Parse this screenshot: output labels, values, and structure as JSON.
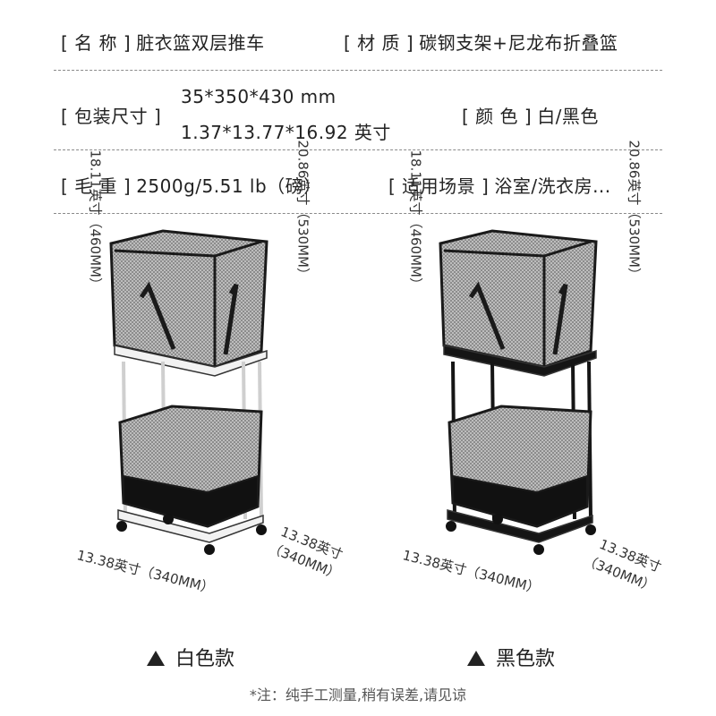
{
  "specs": {
    "name": {
      "label": "[ 名 称 ]",
      "value": "脏衣篮双层推车"
    },
    "material": {
      "label": "[ 材 质 ]",
      "value": "碳钢支架+尼龙布折叠篮"
    },
    "package": {
      "label": "[ 包装尺寸 ]",
      "value_line1": "35*350*430 mm",
      "value_line2": "1.37*13.77*16.92 英寸"
    },
    "color": {
      "label": "[ 颜 色 ]",
      "value": "白/黑色"
    },
    "weight": {
      "label": "[ 毛 重 ]",
      "value": "2500g/5.51 lb（磅）"
    },
    "scene": {
      "label": "[ 适用场景 ]",
      "value": "浴室/洗衣房..."
    }
  },
  "products": [
    {
      "frame_color": "#f2f2f2",
      "height_lower": "18.11英寸（460MM）",
      "height_total": "20.86英寸（530MM）",
      "width_left": "13.38英寸（340MM）",
      "width_right_l1": "13.38英寸",
      "width_right_l2": "（340MM）",
      "caption": "白色款"
    },
    {
      "frame_color": "#151515",
      "height_lower": "18.11英寸（460MM）",
      "height_total": "20.86英寸（530MM）",
      "width_left": "13.38英寸（340MM）",
      "width_right_l1": "13.38英寸",
      "width_right_l2": "（340MM）",
      "caption": "黑色款"
    }
  ],
  "note": "*注：纯手工测量,稍有误差,请见谅",
  "colors": {
    "mesh": "#1a1a1a",
    "text": "#222222",
    "divider": "#8a8a8a"
  },
  "icons": {
    "caption_marker": "triangle-up-icon"
  }
}
